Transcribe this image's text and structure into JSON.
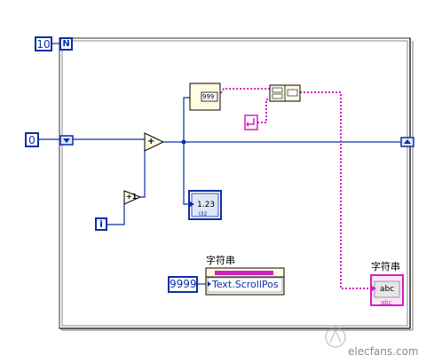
{
  "diagram": {
    "loop_count": "10",
    "count_terminal": "N",
    "iteration_terminal": "i",
    "init_constant": "0",
    "plus_one_label": "+1",
    "add_label": "+",
    "format_constant": "999",
    "numeric_indicator": "1.23",
    "numeric_indicator_type": "I32",
    "scroll_constant": "9999",
    "property_node_label": "字符串",
    "property_node_property": "Text.ScrollPos",
    "string_indicator_label": "字符串",
    "string_indicator_text": "abc",
    "string_indicator_badge": "abc"
  },
  "watermark": "elecfans.com",
  "colors": {
    "wire_blue": "#0a2ea8",
    "wire_pink": "#d020c0",
    "node_fill": "#fffbe0"
  }
}
